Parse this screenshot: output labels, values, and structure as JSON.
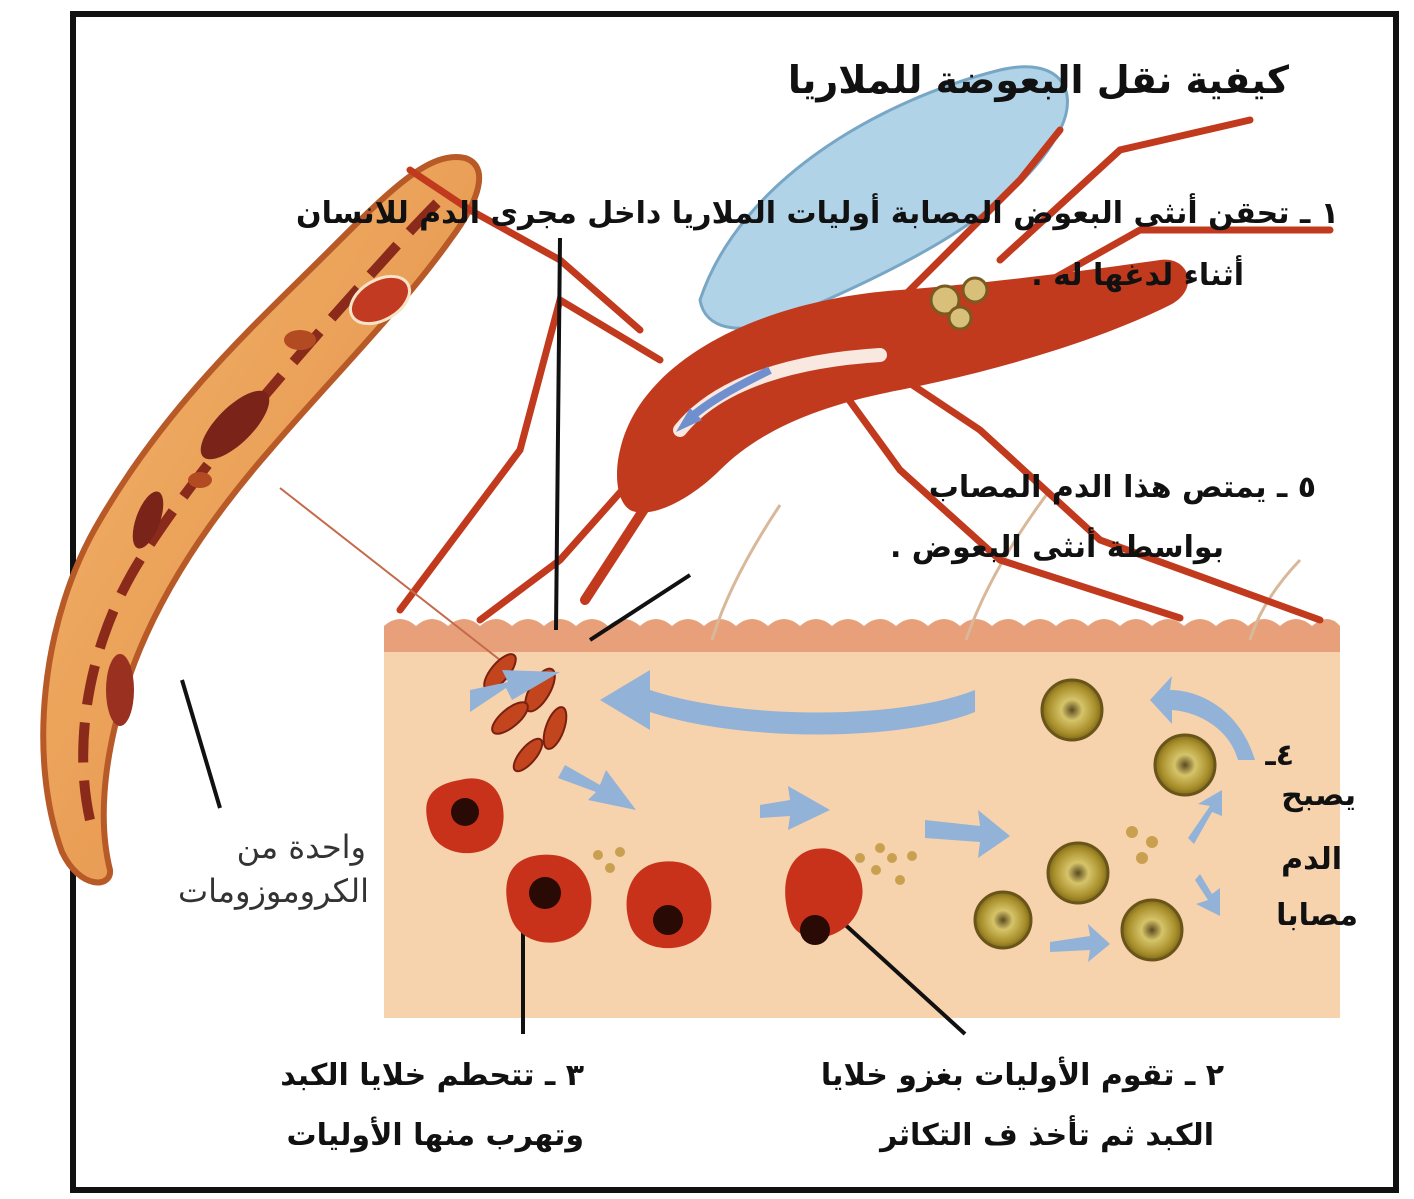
{
  "title": "كيفية نقل البعوضة للملاريا",
  "steps": {
    "step1_line1": "١ ـ تحقن أنثى البعوض المصابة أوليات الملاريا داخل مجرى الدم للانسان",
    "step1_line2": "أثناء لدغها له .",
    "step5_line1": "٥ ـ يمتص هذا الدم المصاب",
    "step5_line2": "بواسطة أنثى البعوض .",
    "step4_num": "٤ـ",
    "step4_line1": "يصبح",
    "step4_line2": "الدم",
    "step4_line3": "مصابا",
    "step2_line1": "٢ ـ تقوم الأوليات بغزو خلايا",
    "step2_line2": "الكبد ثم تأخذ ف التكاثر",
    "step3_line1": "٣ ـ تتحطم خلايا الكبد",
    "step3_line2": "وتهرب منها الأوليات"
  },
  "crescent_label": {
    "line1": "واحدة من",
    "line2": "الكروموزومات"
  },
  "colors": {
    "frame": "#111111",
    "tissue": "#f6d2ad",
    "skin": "#e8a07a",
    "mosquito": "#c23a1e",
    "wing": "#a9cfe6",
    "arrow": "#93b2d8",
    "liver_cell": "#c8321a",
    "blood_cell": "#b8a23a"
  }
}
